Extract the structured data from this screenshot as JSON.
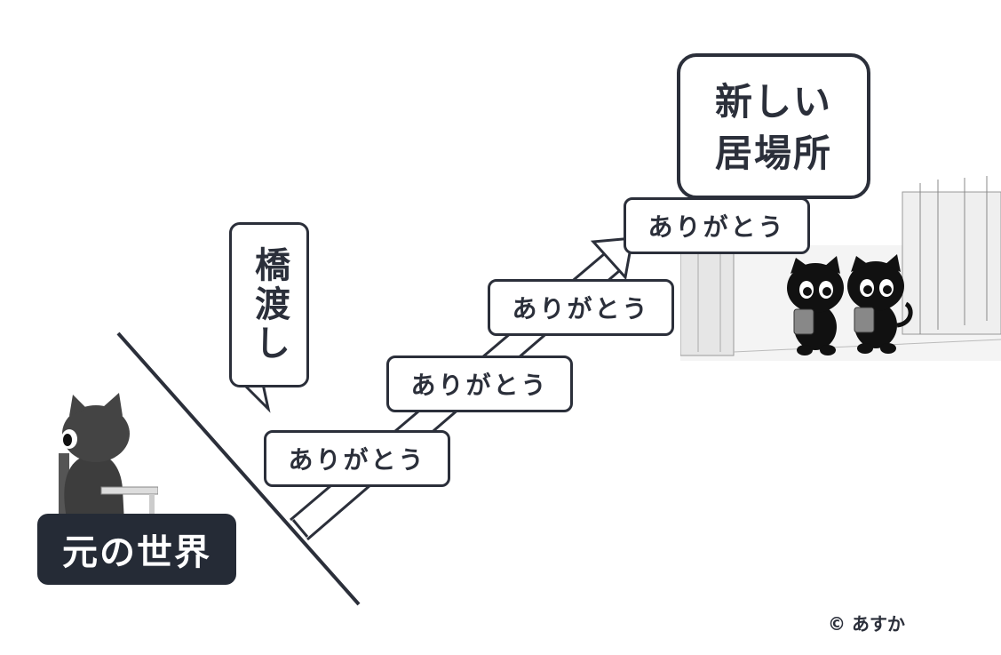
{
  "labels": {
    "new_place_line1": "新しい",
    "new_place_line2": "居場所",
    "bridge": "橋渡し",
    "origin_world": "元の世界",
    "thanks": [
      "ありがとう",
      "ありがとう",
      "ありがとう",
      "ありがとう"
    ],
    "credit": "© あすか"
  },
  "colors": {
    "ink": "#2b2f3a",
    "dark_panel": "#252b36",
    "background": "#ffffff"
  },
  "icons": {
    "arrow": "diagonal-arrow-icon",
    "lonely_cat": "black-cat-at-desk-illustration",
    "cats_walking": "two-black-cats-walking-illustration"
  }
}
